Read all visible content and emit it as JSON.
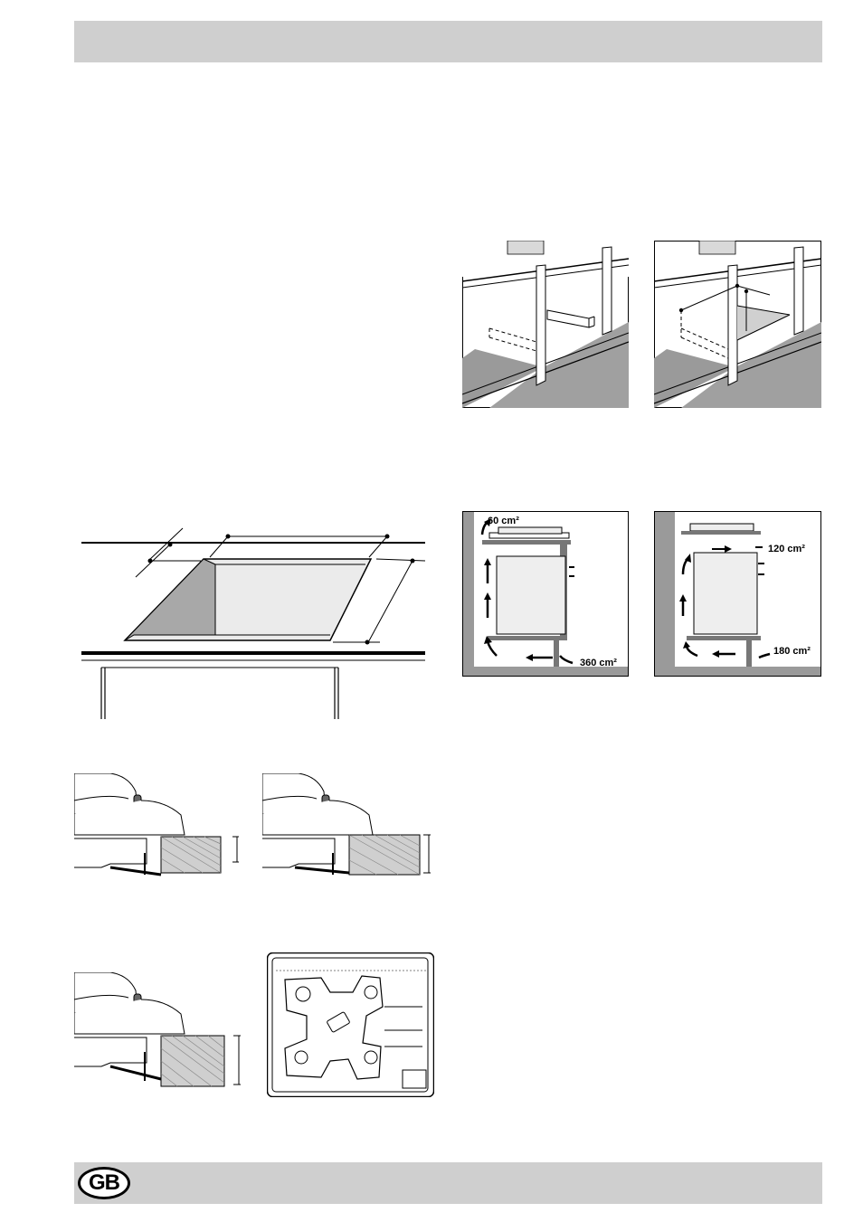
{
  "header": {
    "badge": "GB"
  },
  "ventilation": {
    "figure_a": {
      "top_opening": "60 cm²",
      "bottom_opening": "360 cm²"
    },
    "figure_b": {
      "top_opening": "120 cm²",
      "bottom_opening": "180 cm²"
    }
  }
}
